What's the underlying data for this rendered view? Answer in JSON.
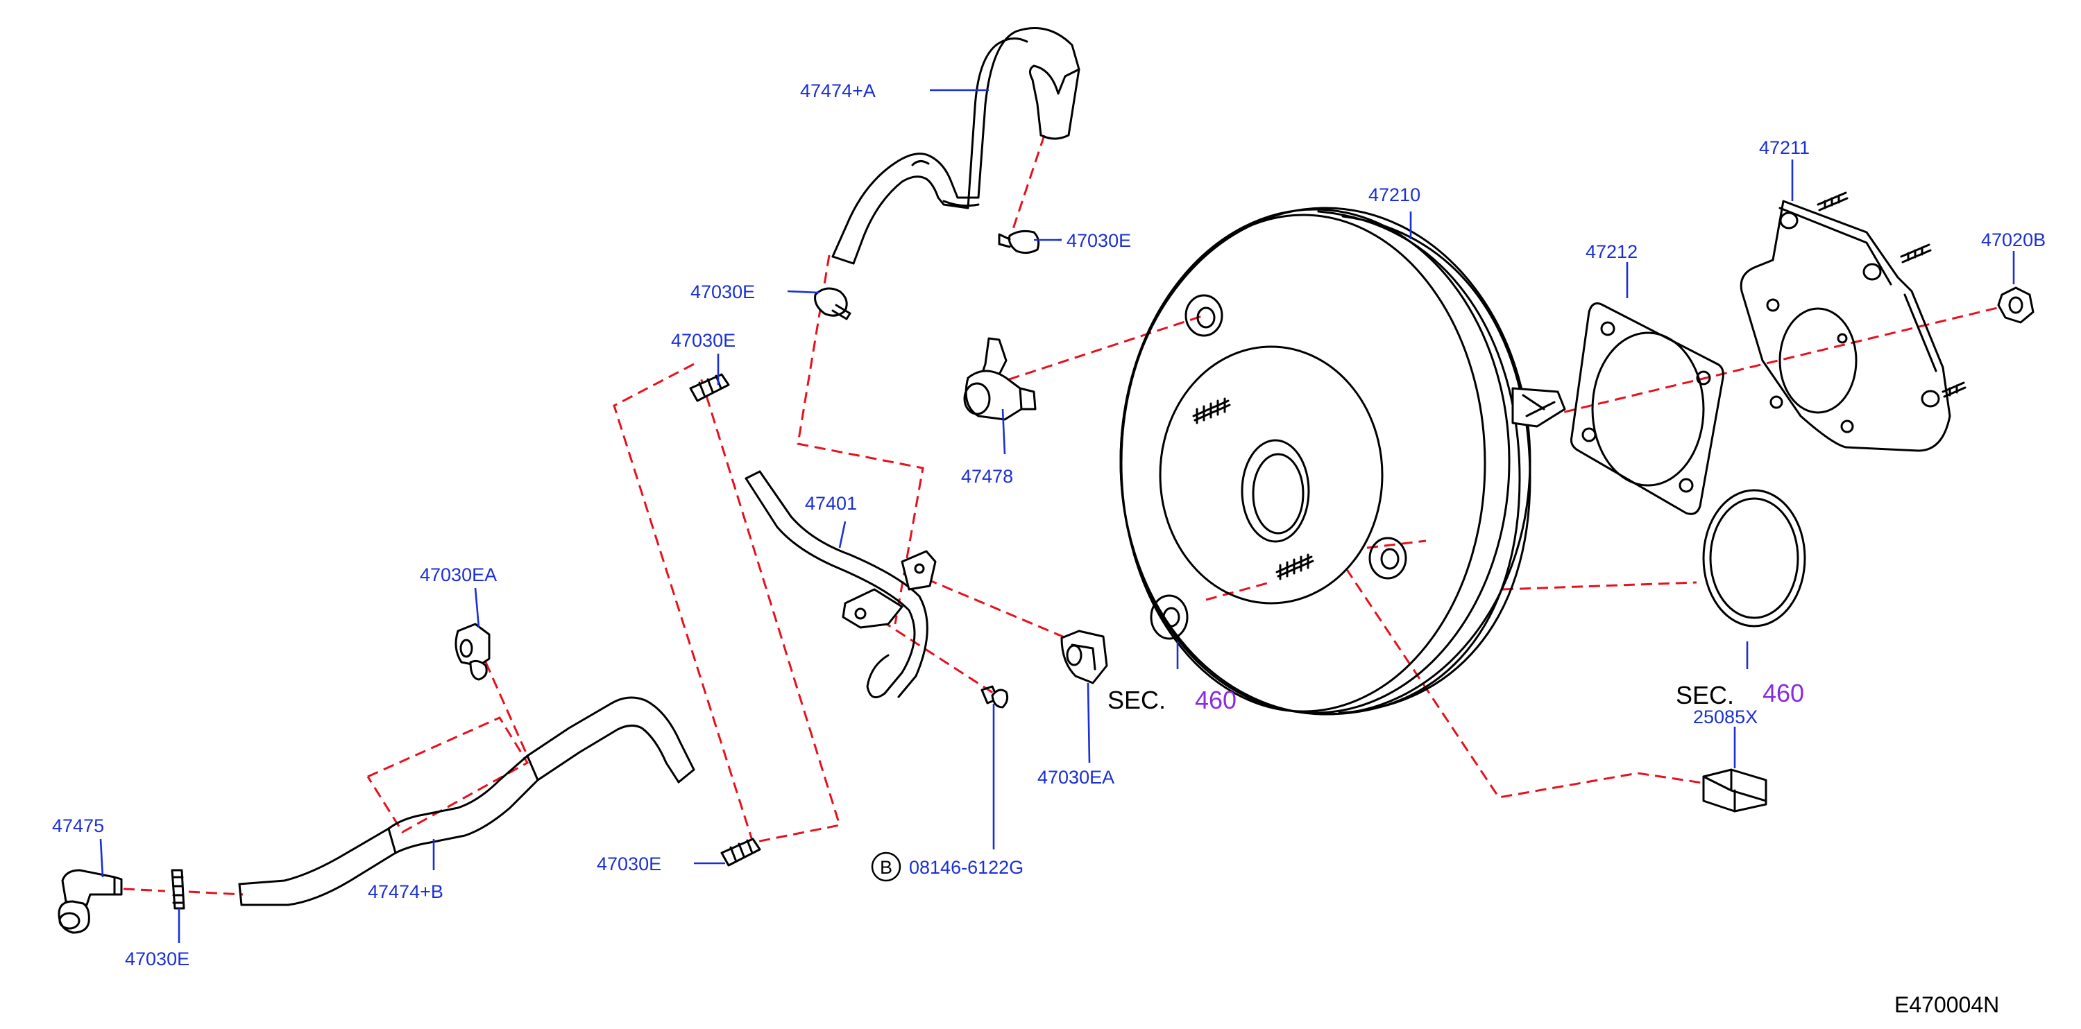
{
  "labels": {
    "p47474A": "47474+A",
    "p47030E_1": "47030E",
    "p47030E_2": "47030E",
    "p47030E_3": "47030E",
    "p47030E_4": "47030E",
    "p47030E_5": "47030E",
    "p47478": "47478",
    "p47401": "47401",
    "p47030EA_1": "47030EA",
    "p47030EA_2": "47030EA",
    "p47475": "47475",
    "p47474B": "47474+B",
    "p08146": "08146-6122G",
    "p08146_marker": "B",
    "p47210": "47210",
    "p47212": "47212",
    "p47211": "47211",
    "p47020B": "47020B",
    "p25085X": "25085X"
  },
  "sections": {
    "sec1_prefix": "SEC.",
    "sec1_number": "460",
    "sec2_prefix": "SEC.",
    "sec2_number": "460"
  },
  "diagram_code": "E470004N",
  "colors": {
    "label": "#1a2fd6",
    "section_number": "#8a2be2",
    "dashed_line": "#e8101c"
  }
}
